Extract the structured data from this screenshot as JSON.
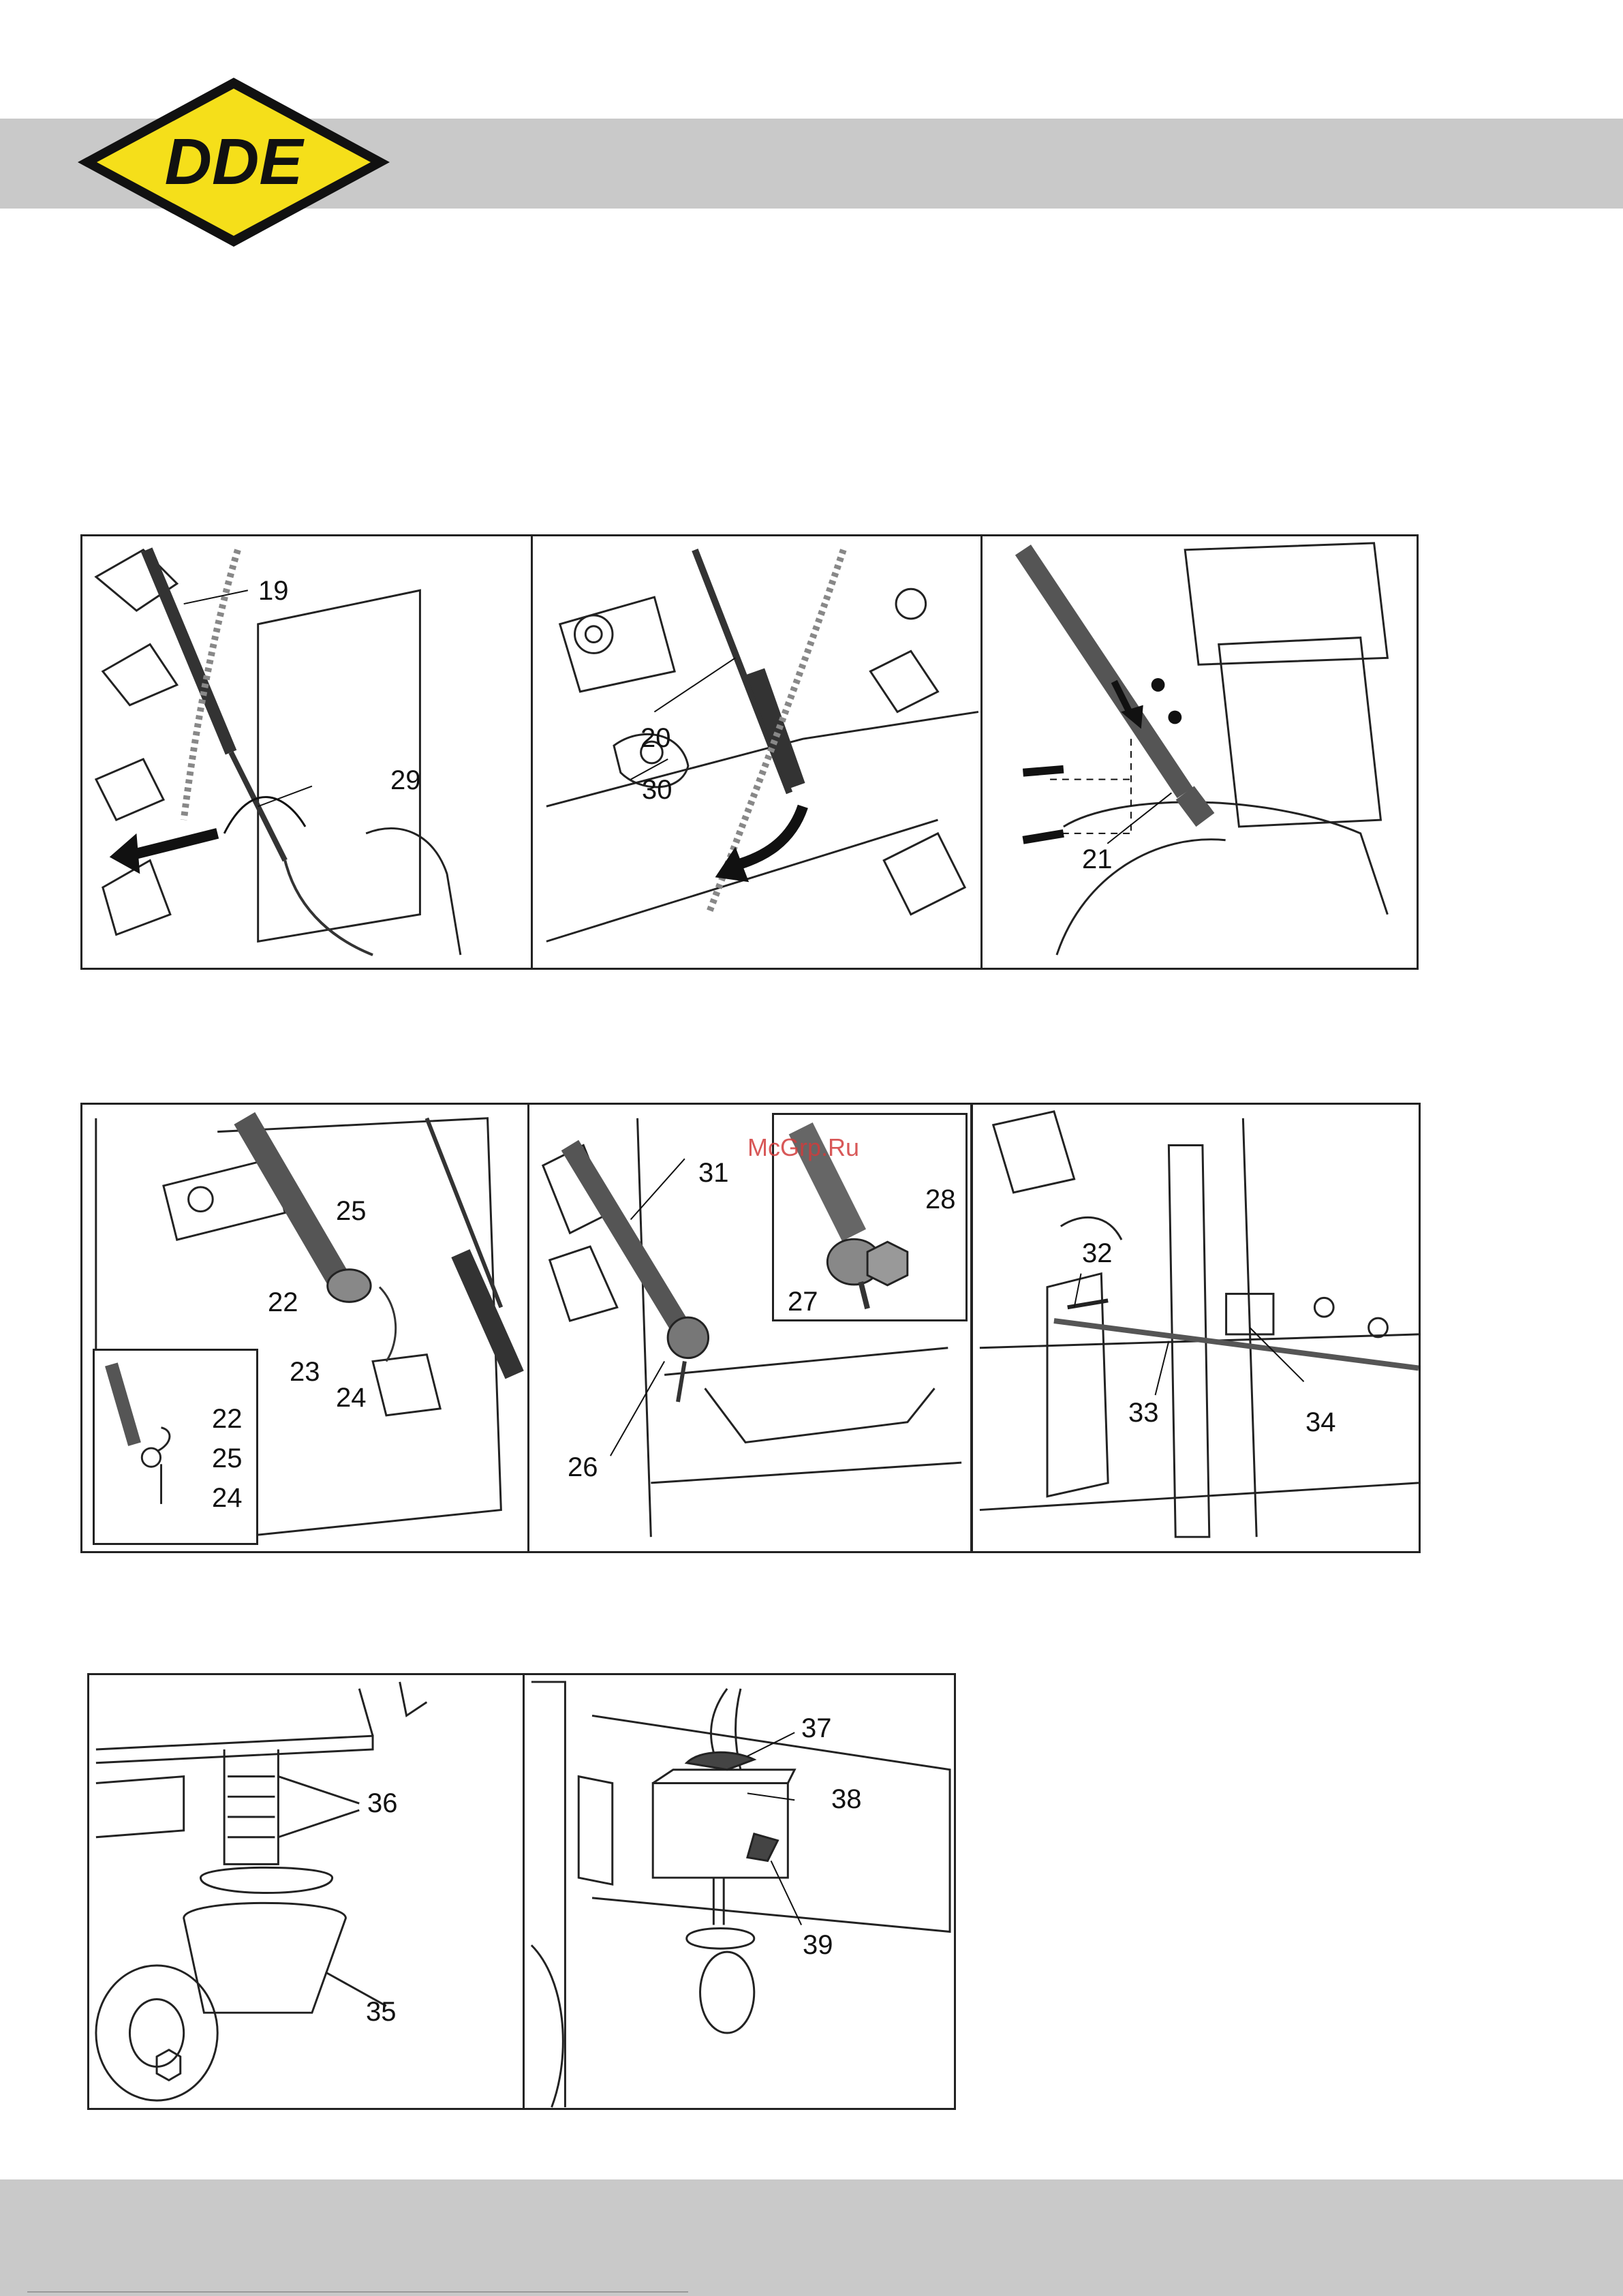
{
  "header": {
    "logo_text": "DDE",
    "logo_colors": {
      "fill": "#f5df1a",
      "outline": "#111111"
    }
  },
  "band_color": "#c9c9c9",
  "watermark": "McGrp.Ru",
  "row1": {
    "panel1": {
      "labels": [
        "19",
        "29"
      ]
    },
    "panel2": {
      "labels": [
        "20",
        "30"
      ]
    },
    "panel3": {
      "labels": [
        "21"
      ]
    }
  },
  "row2": {
    "panel1": {
      "labels": [
        "25",
        "22",
        "23",
        "24"
      ],
      "inset_labels": [
        "22",
        "25",
        "24"
      ]
    },
    "panel2": {
      "labels": [
        "31",
        "26"
      ],
      "inset_labels": [
        "28",
        "27"
      ]
    },
    "panel3": {
      "labels": [
        "32",
        "33",
        "34"
      ]
    }
  },
  "row3": {
    "panel1": {
      "labels": [
        "36",
        "35"
      ]
    },
    "panel2": {
      "labels": [
        "37",
        "38",
        "39"
      ]
    }
  }
}
